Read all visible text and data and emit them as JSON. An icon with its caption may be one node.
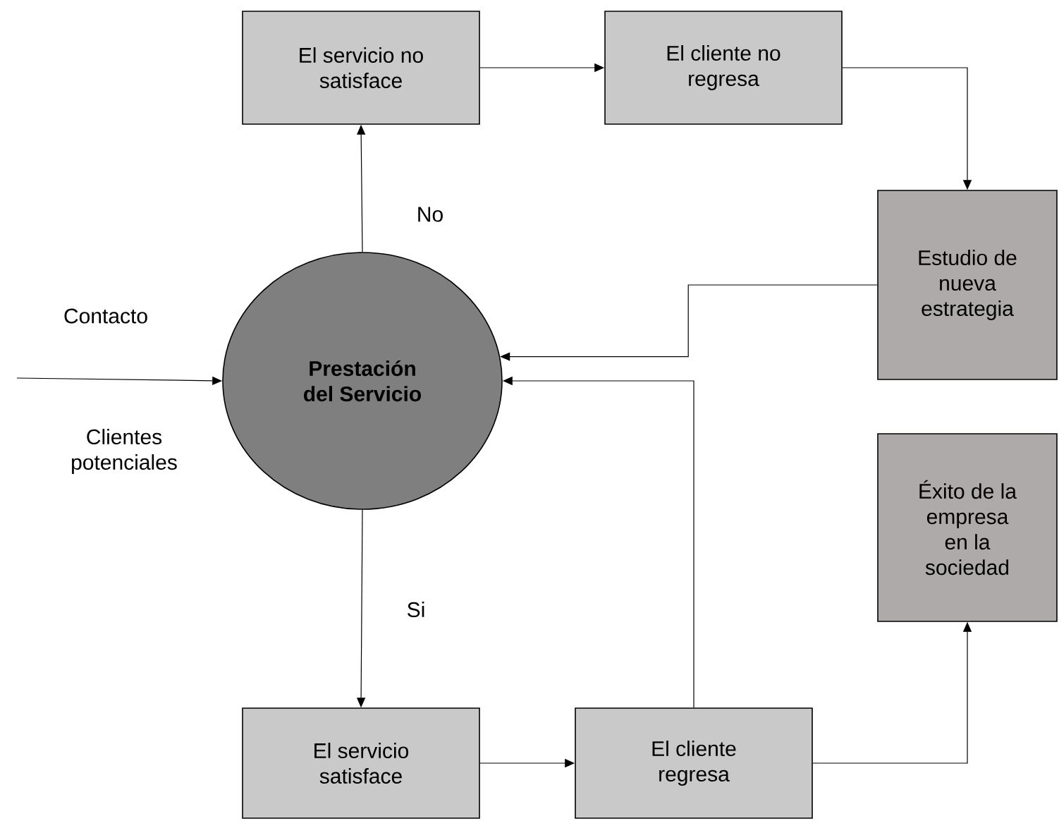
{
  "diagram": {
    "nodes": [
      {
        "text": [
          "Prestación del Servicio"
        ]
      },
      {
        "text": [
          "El servicio no satisface"
        ]
      },
      {
        "text": [
          "El cliente no regresa"
        ]
      },
      {
        "text": [
          "Estudio de nueva estrategia"
        ]
      },
      {
        "text": [
          "Éxito de la empresa en la sociedad"
        ]
      },
      {
        "text": [
          "El servicio satisface"
        ]
      },
      {
        "text": [
          "El cliente regresa"
        ]
      }
    ],
    "edges": [
      {
        "from": 0,
        "to": 1,
        "arrow": "to",
        "label": "No"
      },
      {
        "from": 1,
        "to": 2,
        "arrow": "to"
      },
      {
        "from": 2,
        "to": 3,
        "arrow": "to"
      },
      {
        "from": 3,
        "to": 0,
        "arrow": "to"
      },
      {
        "from": 0,
        "to": 5,
        "arrow": "to",
        "label": "Si"
      },
      {
        "from": 5,
        "to": 6,
        "arrow": "to"
      },
      {
        "from": 6,
        "to": 0,
        "arrow": "to"
      },
      {
        "from": 6,
        "to": 4,
        "arrow": "to"
      },
      {
        "from": null,
        "to": 0,
        "arrow": "to",
        "label": "Contacto"
      }
    ],
    "labels": [
      "Clientes potenciales"
    ]
  }
}
